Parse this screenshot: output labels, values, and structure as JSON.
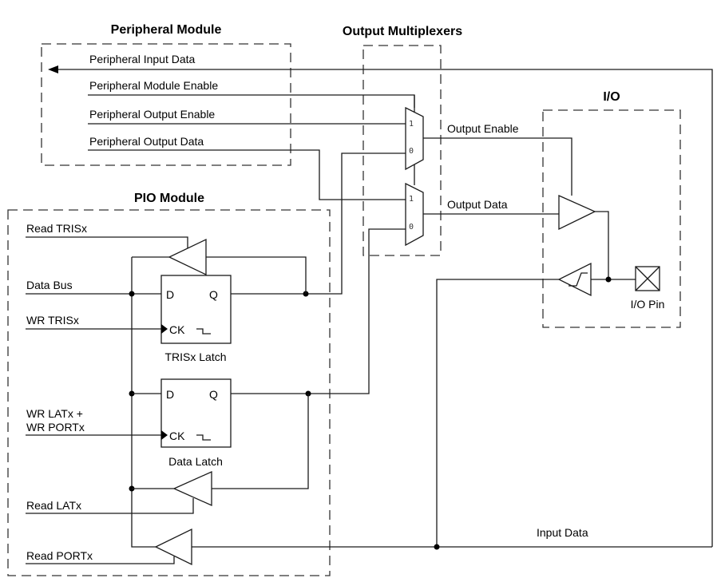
{
  "titles": {
    "peripheral_module": "Peripheral Module",
    "output_multiplexers": "Output Multiplexers",
    "io": "I/O",
    "pio_module": "PIO Module"
  },
  "peripheral_signals": {
    "input_data": "Peripheral Input Data",
    "module_enable": "Peripheral Module Enable",
    "output_enable": "Peripheral Output Enable",
    "output_data": "Peripheral Output Data"
  },
  "mux": {
    "in1": "1",
    "in0": "0"
  },
  "io_signals": {
    "output_enable": "Output Enable",
    "output_data": "Output Data",
    "input_data": "Input Data",
    "io_pin": "I/O Pin"
  },
  "pio_signals": {
    "read_tris": "Read TRISx",
    "data_bus": "Data Bus",
    "wr_tris": "WR TRISx",
    "wr_lat_1": "WR LATx +",
    "wr_lat_2": "WR PORTx",
    "read_lat": "Read LATx",
    "read_port": "Read PORTx"
  },
  "latches": {
    "tris": {
      "d": "D",
      "q": "Q",
      "ck": "CK",
      "name": "TRISx Latch"
    },
    "data": {
      "d": "D",
      "q": "Q",
      "ck": "CK",
      "name": "Data Latch"
    }
  }
}
